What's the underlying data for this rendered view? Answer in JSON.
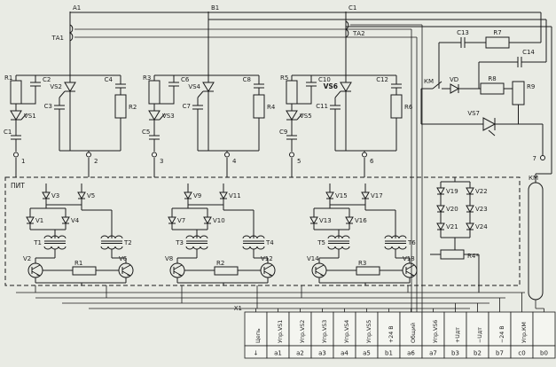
{
  "colors": {
    "background": "#e9ebe4",
    "ink": "#1b1b1b",
    "paper": "#f4f5f0"
  },
  "phases": {
    "a": "А1",
    "b": "В1",
    "c": "С1",
    "ta1": "ТА1",
    "ta2": "ТА2"
  },
  "modules": [
    {
      "r_left": "R1",
      "c_top": "C2",
      "vs_mid": "VS2",
      "c_gate": "C3",
      "vs_left": "VS1",
      "c_bottom": "C1",
      "c_right": "C4",
      "r_right": "R2",
      "term_left": "1",
      "term_right": "2"
    },
    {
      "r_left": "R3",
      "c_top": "C6",
      "vs_mid": "VS4",
      "c_gate": "C7",
      "vs_left": "VS3",
      "c_bottom": "C5",
      "c_right": "C8",
      "r_right": "R4",
      "term_left": "3",
      "term_right": "4"
    },
    {
      "r_left": "R5",
      "c_top": "C10",
      "vs_mid": "VS6",
      "c_gate": "C11",
      "vs_left": "VS5",
      "c_bottom": "C9",
      "c_right": "C12",
      "r_right": "R6",
      "term_left": "5",
      "term_right": "6"
    }
  ],
  "right_block": {
    "c13": "C13",
    "r7": "R7",
    "c14": "C14",
    "km": "КМ",
    "vd": "VD",
    "r8": "R8",
    "r9": "R9",
    "vs7": "VS7",
    "term": "7"
  },
  "pit": {
    "title": "ПИТ",
    "blocks": [
      {
        "d_top1": "V3",
        "d_top2": "V5",
        "d_bot1": "V1",
        "d_bot2": "V4",
        "t_left": "Т1",
        "t_right": "Т2",
        "tr_left": "V2",
        "r": "R1",
        "tr_right": "V6"
      },
      {
        "d_top1": "V9",
        "d_top2": "V11",
        "d_bot1": "V7",
        "d_bot2": "V10",
        "t_left": "Т3",
        "t_right": "Т4",
        "tr_left": "V8",
        "r": "R2",
        "tr_right": "V12"
      },
      {
        "d_top1": "V15",
        "d_top2": "V17",
        "d_bot1": "V13",
        "d_bot2": "V16",
        "t_left": "Т5",
        "t_right": "Т6",
        "tr_left": "V14",
        "r": "R3",
        "tr_right": "V18"
      }
    ],
    "bridge": {
      "d1": "V19",
      "d2": "V20",
      "d3": "V21",
      "d4": "V22",
      "d5": "V23",
      "d6": "V24",
      "r": "R4*"
    },
    "km_coil": "КМ"
  },
  "x1": {
    "name": "Х1",
    "columns": [
      {
        "label": "Цепь",
        "pin": "↓"
      },
      {
        "label": "Упр.VS1",
        "pin": "а1"
      },
      {
        "label": "Упр.VS2",
        "pin": "а2"
      },
      {
        "label": "Упр.VS3",
        "pin": "а3"
      },
      {
        "label": "Упр.VS4",
        "pin": "а4"
      },
      {
        "label": "Упр.VS5",
        "pin": "а5"
      },
      {
        "label": "+24 В",
        "pin": "b1"
      },
      {
        "label": "Общий",
        "pin": "а6"
      },
      {
        "label": "Упр.VS6",
        "pin": "а7"
      },
      {
        "label": "+Uдт",
        "pin": "b3"
      },
      {
        "label": "−Uдт",
        "pin": "b2"
      },
      {
        "label": "−24 В",
        "pin": "b7"
      },
      {
        "label": "Упр.КМ",
        "pin": "с0"
      },
      {
        "label": "",
        "pin": "b0"
      }
    ]
  }
}
